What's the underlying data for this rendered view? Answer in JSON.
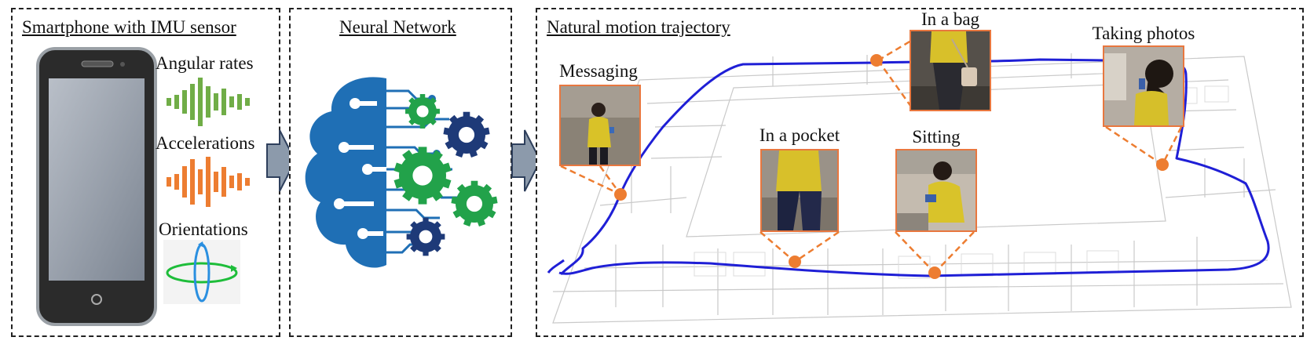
{
  "panels": {
    "sensor": {
      "title": "Smartphone with IMU sensor",
      "signals": [
        "Angular rates",
        "Accelerations",
        "Orientations"
      ]
    },
    "network": {
      "title": "Neural Network"
    },
    "trajectory": {
      "title": "Natural motion trajectory",
      "activities": [
        "Messaging",
        "In a pocket",
        "In a bag",
        "Sitting",
        "Taking photos"
      ]
    }
  },
  "colors": {
    "angular_wave": "#70ad47",
    "accel_wave": "#ed7d31",
    "trajectory_line": "#1f1fd6",
    "marker": "#ed7d31",
    "brain": "#1f6fb5",
    "gear_green": "#22a24a",
    "gear_navy": "#1e3a78",
    "arrow": "#8c9aab"
  },
  "icons": [
    "smartphone-icon",
    "orientation-icon",
    "brain-icon",
    "gear-icon",
    "flow-arrow-icon"
  ]
}
